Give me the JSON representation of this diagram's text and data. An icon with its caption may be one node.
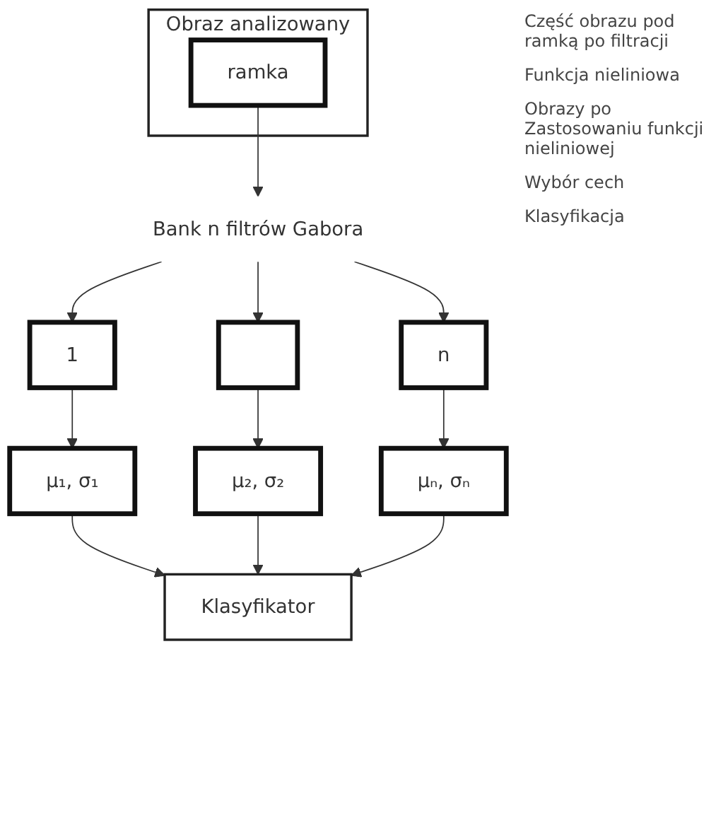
{
  "diagram": {
    "nodes": [
      {
        "text": [
          "Obraz analizowany"
        ]
      },
      {
        "text": [
          "ramka"
        ],
        "in": 0
      },
      {
        "text": [
          "Bank n filtrów Gabora"
        ]
      },
      {
        "text": [
          "1"
        ]
      },
      {
        "text": [],
        "shape": "box"
      },
      {
        "text": [
          "n"
        ]
      },
      {
        "text": [
          "μ₁, σ₁"
        ]
      },
      {
        "text": [
          "μ₂, σ₂"
        ]
      },
      {
        "text": [
          "μₙ, σₙ"
        ]
      },
      {
        "text": [
          "Klasyfikator"
        ]
      }
    ],
    "edges": [
      {
        "from": 1,
        "to": 2,
        "arrow": "to"
      },
      {
        "from": 2,
        "to": 3,
        "arrow": "to"
      },
      {
        "from": 2,
        "to": 4,
        "arrow": "to"
      },
      {
        "from": 2,
        "to": 5,
        "arrow": "to"
      },
      {
        "from": 3,
        "to": 6,
        "arrow": "to"
      },
      {
        "from": 4,
        "to": 7,
        "arrow": "to"
      },
      {
        "from": 5,
        "to": 8,
        "arrow": "to"
      },
      {
        "from": 6,
        "to": 9,
        "arrow": "to"
      },
      {
        "from": 7,
        "to": 9,
        "arrow": "to"
      },
      {
        "from": 8,
        "to": 9,
        "arrow": "to"
      }
    ],
    "labels": [
      "Część obrazu pod ramką po filtracji",
      "Funkcja nieliniowa",
      "Obrazy po Zastosowaniu funkcji nieliniowej",
      "Wybór cech",
      "Klasyfikacja"
    ]
  }
}
